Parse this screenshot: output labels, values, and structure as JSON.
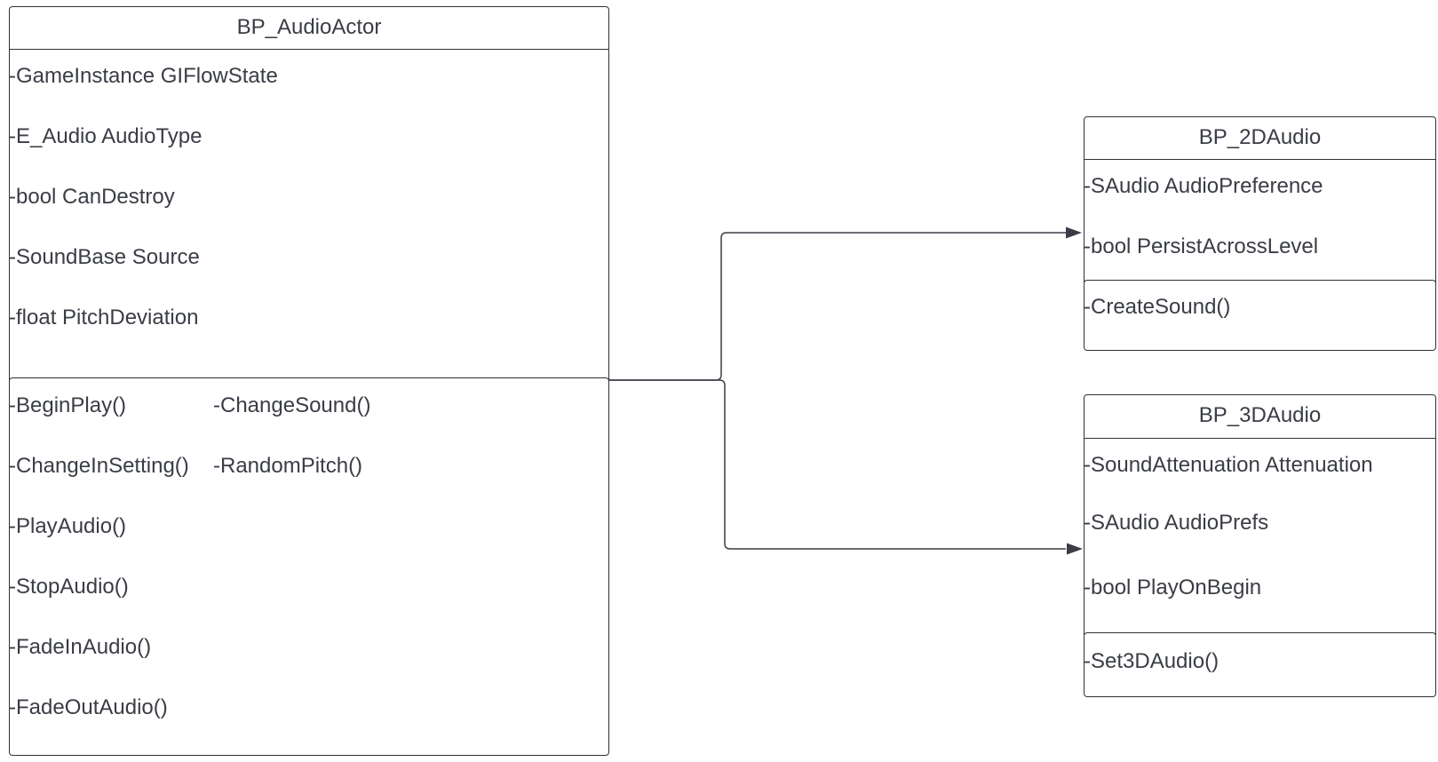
{
  "classes": {
    "audio_actor": {
      "name": "BP_AudioActor",
      "attributes": [
        "-GameInstance GIFlowState",
        "-E_Audio AudioType",
        "-bool CanDestroy",
        "-SoundBase Source",
        "-float PitchDeviation"
      ],
      "methods_col1": [
        "-BeginPlay()",
        "-ChangeInSetting()",
        "-PlayAudio()",
        "-StopAudio()",
        "-FadeInAudio()",
        "-FadeOutAudio()"
      ],
      "methods_col2": [
        "-ChangeSound()",
        "-RandomPitch()"
      ]
    },
    "audio_2d": {
      "name": "BP_2DAudio",
      "attributes": [
        "-SAudio AudioPreference",
        "-bool PersistAcrossLevel"
      ],
      "methods": [
        "-CreateSound()"
      ]
    },
    "audio_3d": {
      "name": "BP_3DAudio",
      "attributes": [
        "-SoundAttenuation Attenuation",
        "-SAudio AudioPrefs",
        "-bool PlayOnBegin"
      ],
      "methods": [
        "-Set3DAudio()"
      ]
    }
  },
  "colors": {
    "line": "#2f3138",
    "text": "#3a3d45",
    "background": "#ffffff"
  }
}
